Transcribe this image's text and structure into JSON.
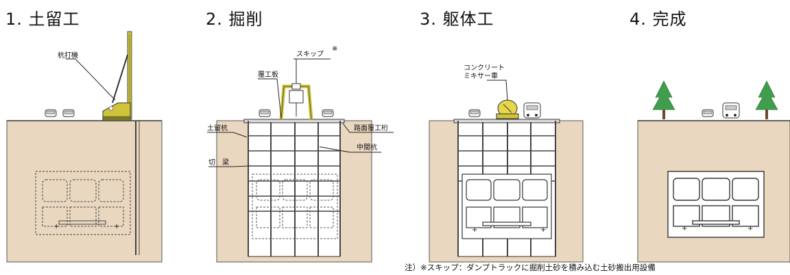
{
  "panels": [
    {
      "title": "1. 土留工"
    },
    {
      "title": "2. 掘削"
    },
    {
      "title": "3. 躯体工"
    },
    {
      "title": "4. 完成"
    }
  ],
  "labels": {
    "pile_driver": "杭打機",
    "skip": "スキップ",
    "skip_mark": "※",
    "cover_plate": "覆工板",
    "retaining_pile": "土留杭",
    "road_girder": "路面覆工桁",
    "middle_pile": "中間杭",
    "strut": "切　梁",
    "mixer_truck_line1": "コンクリート",
    "mixer_truck_line2": "ミキサー車"
  },
  "note": "注）※スキップ：ダンプトラックに掘削土砂を積み込む土砂搬出用設備",
  "colors": {
    "soil": "#ead7c0",
    "outline": "#333333",
    "crane": "#cfc43a",
    "tree": "#3f9e4d",
    "mixer": "#e6d64a"
  }
}
